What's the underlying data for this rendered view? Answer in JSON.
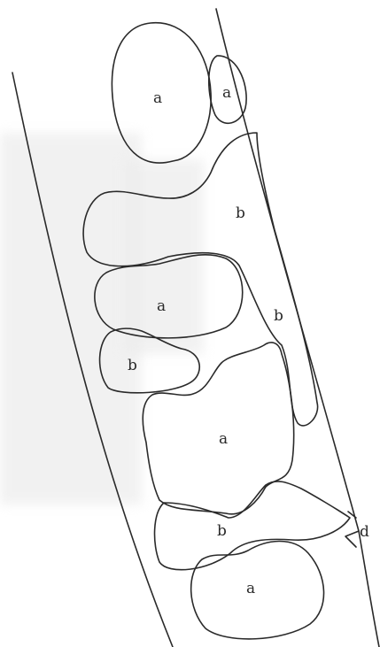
{
  "labels": {
    "cell_a": "a",
    "cell_b": "b",
    "pointer_d": "d"
  },
  "colors": {
    "ink": "#2a2a2a",
    "background_shadow": "#ececec"
  }
}
